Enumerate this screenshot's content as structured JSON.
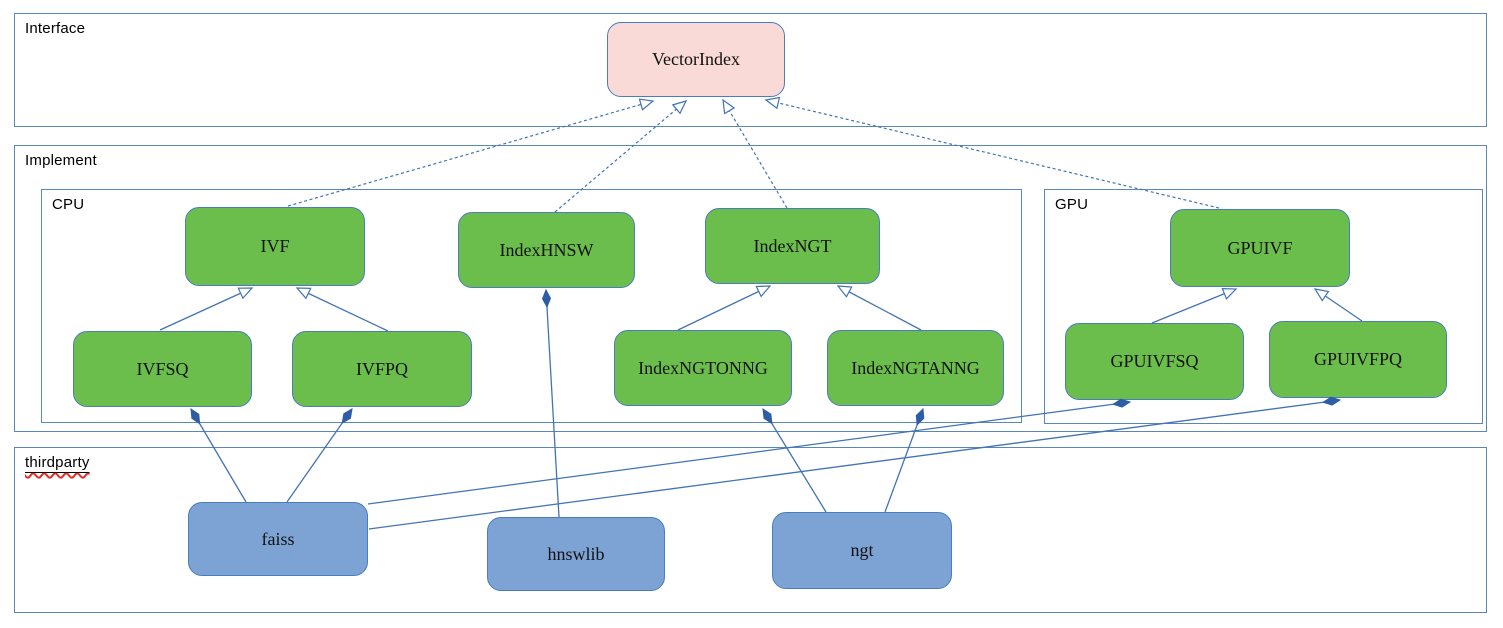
{
  "frames": {
    "interface": {
      "label": "Interface"
    },
    "implement": {
      "label": "Implement"
    },
    "cpu": {
      "label": "CPU"
    },
    "gpu": {
      "label": "GPU"
    },
    "thirdparty": {
      "label": "thirdparty"
    }
  },
  "nodes": {
    "vectorindex": {
      "label": "VectorIndex",
      "group": "Interface"
    },
    "ivf": {
      "label": "IVF",
      "group": "Implement/CPU"
    },
    "indexhnsw": {
      "label": "IndexHNSW",
      "group": "Implement/CPU"
    },
    "indexngt": {
      "label": "IndexNGT",
      "group": "Implement/CPU"
    },
    "ivfsq": {
      "label": "IVFSQ",
      "group": "Implement/CPU"
    },
    "ivfpq": {
      "label": "IVFPQ",
      "group": "Implement/CPU"
    },
    "indexngtonng": {
      "label": "IndexNGTONNG",
      "group": "Implement/CPU"
    },
    "indexngtanng": {
      "label": "IndexNGTANNG",
      "group": "Implement/CPU"
    },
    "gpuivf": {
      "label": "GPUIVF",
      "group": "Implement/GPU"
    },
    "gpuivfsq": {
      "label": "GPUIVFSQ",
      "group": "Implement/GPU"
    },
    "gpuivfpq": {
      "label": "GPUIVFPQ",
      "group": "Implement/GPU"
    },
    "faiss": {
      "label": "faiss",
      "group": "thirdparty"
    },
    "hnswlib": {
      "label": "hnswlib",
      "group": "thirdparty"
    },
    "ngt": {
      "label": "ngt",
      "group": "thirdparty"
    }
  },
  "edges": [
    {
      "id": "ivf-vectorindex",
      "from": "ivf",
      "to": "vectorindex",
      "type": "realize"
    },
    {
      "id": "indexhnsw-vectorindex",
      "from": "indexhnsw",
      "to": "vectorindex",
      "type": "realize"
    },
    {
      "id": "indexngt-vectorindex",
      "from": "indexngt",
      "to": "vectorindex",
      "type": "realize"
    },
    {
      "id": "gpuivf-vectorindex",
      "from": "gpuivf",
      "to": "vectorindex",
      "type": "realize"
    },
    {
      "id": "ivfsq-ivf",
      "from": "ivfsq",
      "to": "ivf",
      "type": "inherit"
    },
    {
      "id": "ivfpq-ivf",
      "from": "ivfpq",
      "to": "ivf",
      "type": "inherit"
    },
    {
      "id": "indexngtonng-indexngt",
      "from": "indexngtonng",
      "to": "indexngt",
      "type": "inherit"
    },
    {
      "id": "indexngtanng-indexngt",
      "from": "indexngtanng",
      "to": "indexngt",
      "type": "inherit"
    },
    {
      "id": "gpuivfsq-gpuivf",
      "from": "gpuivfsq",
      "to": "gpuivf",
      "type": "inherit"
    },
    {
      "id": "gpuivfpq-gpuivf",
      "from": "gpuivfpq",
      "to": "gpuivf",
      "type": "inherit"
    },
    {
      "id": "ivfsq-faiss",
      "from": "ivfsq",
      "to": "faiss",
      "type": "compose"
    },
    {
      "id": "ivfpq-faiss",
      "from": "ivfpq",
      "to": "faiss",
      "type": "compose"
    },
    {
      "id": "indexhnsw-hnswlib",
      "from": "indexhnsw",
      "to": "hnswlib",
      "type": "compose"
    },
    {
      "id": "indexngtonng-ngt",
      "from": "indexngtonng",
      "to": "ngt",
      "type": "compose"
    },
    {
      "id": "indexngtanng-ngt",
      "from": "indexngtanng",
      "to": "ngt",
      "type": "compose"
    },
    {
      "id": "gpuivfsq-faiss",
      "from": "gpuivfsq",
      "to": "faiss",
      "type": "compose"
    },
    {
      "id": "gpuivfpq-faiss",
      "from": "gpuivfpq",
      "to": "faiss",
      "type": "compose"
    }
  ],
  "colors": {
    "frame_border": "#5b87b8",
    "node_border": "#4a7dbd",
    "edge_color": "#4273b4",
    "diamond_fill": "#2e5da8",
    "interface_fill": "#f9dad7",
    "implement_fill": "#6cbe4c",
    "thirdparty_fill": "#7ca3d4",
    "squiggle": "#e03024"
  }
}
